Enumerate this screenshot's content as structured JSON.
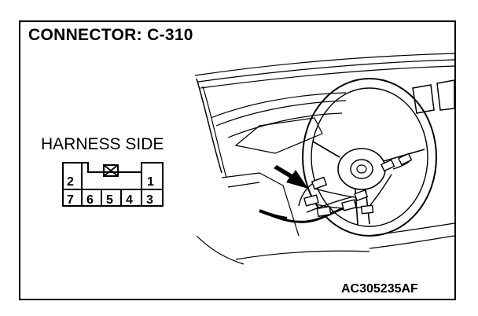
{
  "title": "CONNECTOR: C-310",
  "harness_label": "HARNESS SIDE",
  "code": "AC305235AF",
  "connector": {
    "top_row": [
      "2",
      "",
      "",
      "1"
    ],
    "bottom_row": [
      "7",
      "6",
      "5",
      "4",
      "3"
    ],
    "blank_pin_icon": "cross-box-icon"
  }
}
